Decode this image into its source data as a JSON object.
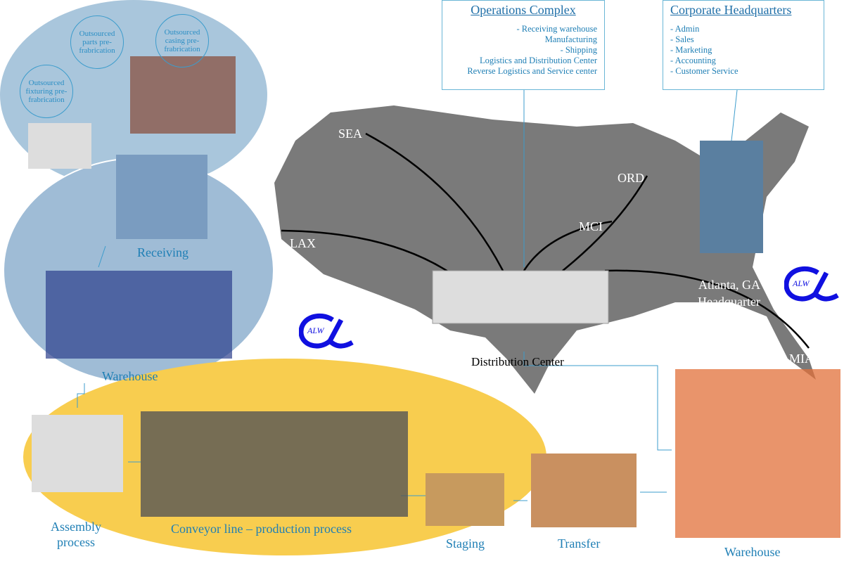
{
  "operations_complex": {
    "title": "Operations Complex",
    "items": [
      "- Receiving warehouse",
      "Manufacturing",
      "- Shipping",
      "Logistics and Distribution Center",
      "Reverse Logistics and Service center"
    ]
  },
  "corporate_hq": {
    "title": "Corporate Headquarters",
    "items": [
      "- Admin",
      "- Sales",
      "- Marketing",
      "- Accounting",
      "- Customer Service"
    ]
  },
  "bubbles": [
    "Outsourced fixturing pre-frabrication",
    "Outsourced parts pre-frabrication",
    "Outsourced casing pre-frabrication"
  ],
  "map": {
    "sea": "SEA",
    "ord": "ORD",
    "mci": "MCI",
    "lax": "LAX",
    "atlanta": "Atlanta, GA",
    "headquarter": "Headquarter",
    "mia": "MIA",
    "distribution": "Distribution Center"
  },
  "process": {
    "receiving": "Receiving",
    "warehouse_left": "Warehouse",
    "assembly_1": "Assembly",
    "assembly_2": "process",
    "conveyor": "Conveyor line – production process",
    "staging": "Staging",
    "transfer": "Transfer",
    "warehouse_right": "Warehouse"
  },
  "logo": {
    "text": "ALW",
    "symbol": "α"
  },
  "colors": {
    "accent": "#1f7fb5",
    "map": "#7a7a7a",
    "circle": "#a9c6dc",
    "yellow": "#f8cd4f",
    "logo": "#1010e0"
  }
}
